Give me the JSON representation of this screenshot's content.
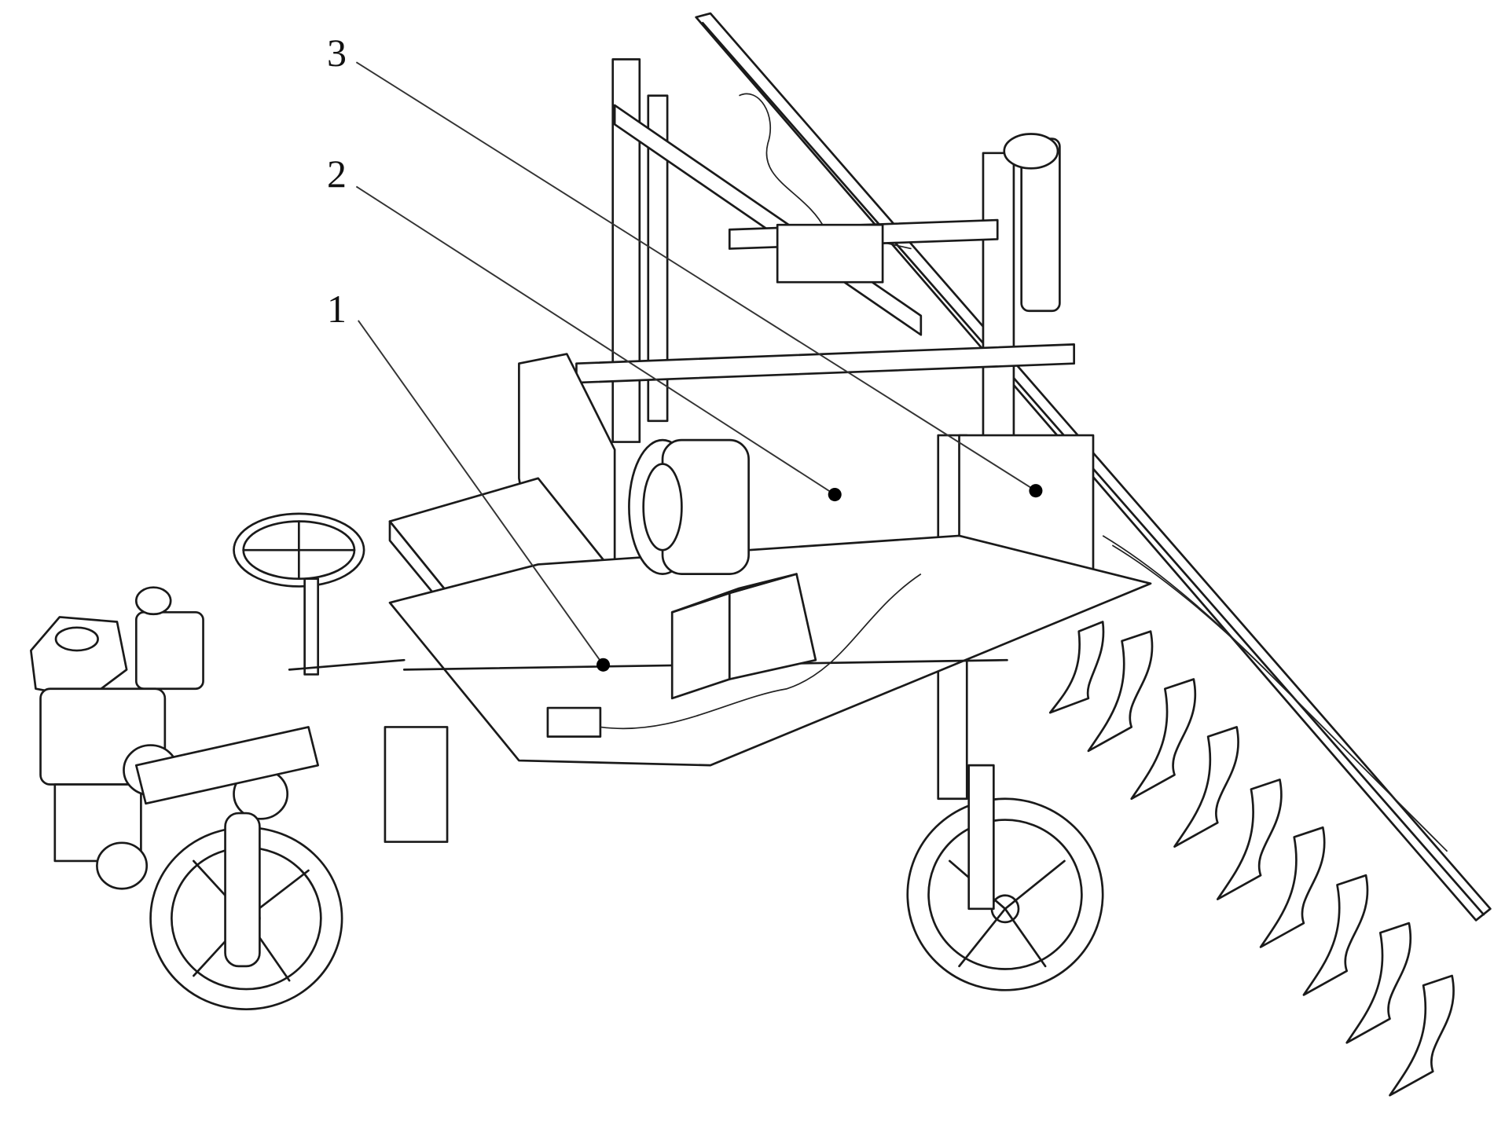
{
  "figure": {
    "callouts": [
      {
        "number": "1"
      },
      {
        "number": "2"
      },
      {
        "number": "3"
      }
    ]
  }
}
